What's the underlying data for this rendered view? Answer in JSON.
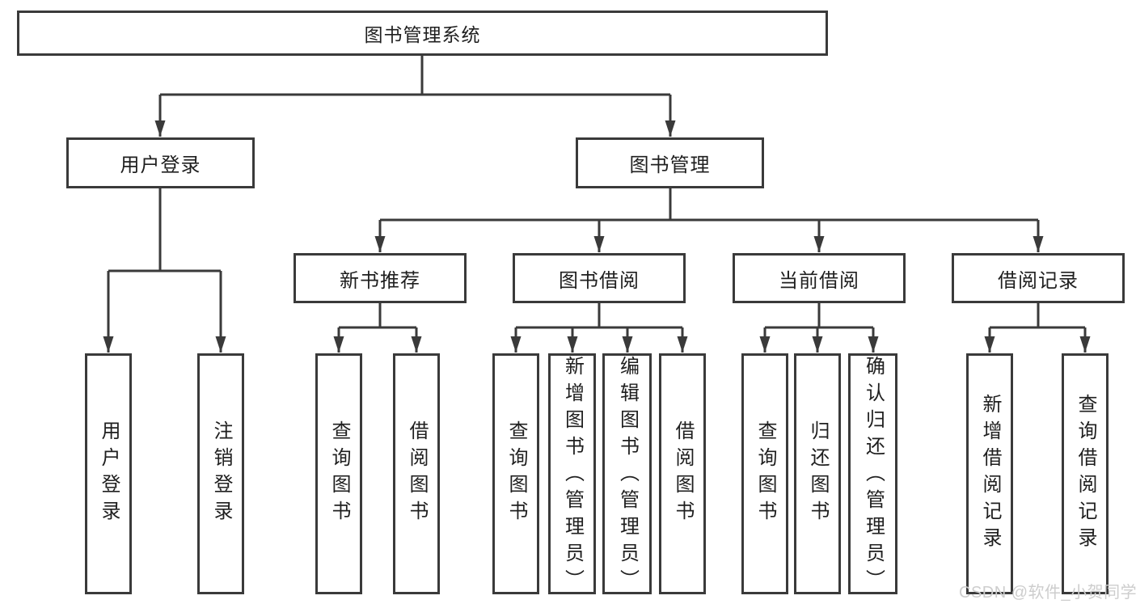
{
  "colors": {
    "line": "#3a3a3a",
    "box_background": "#ffffff",
    "text": "#1f1f1f",
    "watermark_text": "#cdcdcd"
  },
  "tree": {
    "root": {
      "label": "图书管理系统"
    },
    "level2": [
      {
        "id": "user-login",
        "label": "用户登录"
      },
      {
        "id": "book-management",
        "label": "图书管理"
      }
    ],
    "level3": [
      {
        "id": "new-book-recommend",
        "label": "新书推荐"
      },
      {
        "id": "book-borrow",
        "label": "图书借阅"
      },
      {
        "id": "current-borrow",
        "label": "当前借阅"
      },
      {
        "id": "borrow-records",
        "label": "借阅记录"
      }
    ],
    "leaves": {
      "login": [
        "用户登录",
        "注销登录"
      ],
      "recommend": [
        "查询图书",
        "借阅图书"
      ],
      "borrow": [
        "查询图书",
        "新增图书（管理员）",
        "编辑图书（管理员）",
        "借阅图书"
      ],
      "current": [
        "查询图书",
        "归还图书",
        "确认归还（管理员）"
      ],
      "records": [
        "新增借阅记录",
        "查询借阅记录"
      ]
    }
  },
  "watermark": "CSDN @软件_小贺同学"
}
